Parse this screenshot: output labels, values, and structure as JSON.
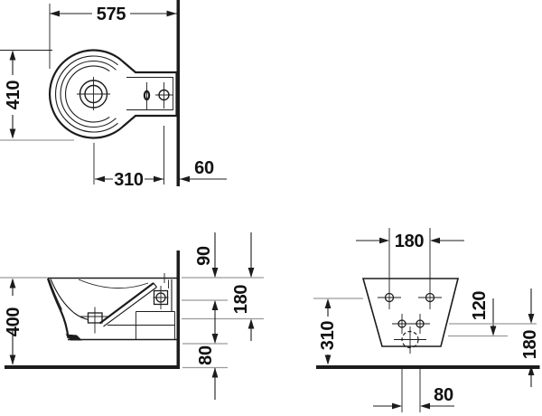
{
  "drawing": {
    "type": "technical-installation-drawing",
    "subject": "wall-mounted bidet, three orthographic views",
    "colors": {
      "line": "#1c1c1c",
      "auxiliary_line": "#9a9a9a",
      "background": "#ffffff",
      "text": "#111111"
    },
    "views": {
      "top": {
        "dim_overall_width": "575",
        "dim_overall_depth": "410",
        "dim_drain_to_inlet": "310",
        "dim_inlet_to_wall": "60"
      },
      "side": {
        "dim_overall_height": "400",
        "dim_top_drop": "90",
        "dim_inlet_drop": "180",
        "dim_bottom_clearance": "80"
      },
      "back": {
        "dim_fixing_hole_spacing": "180",
        "dim_fixing_hole_height": "310",
        "dim_hole_vertical_drop": "120",
        "dim_outlet_height": "180",
        "dim_outlet_width": "80"
      }
    }
  }
}
